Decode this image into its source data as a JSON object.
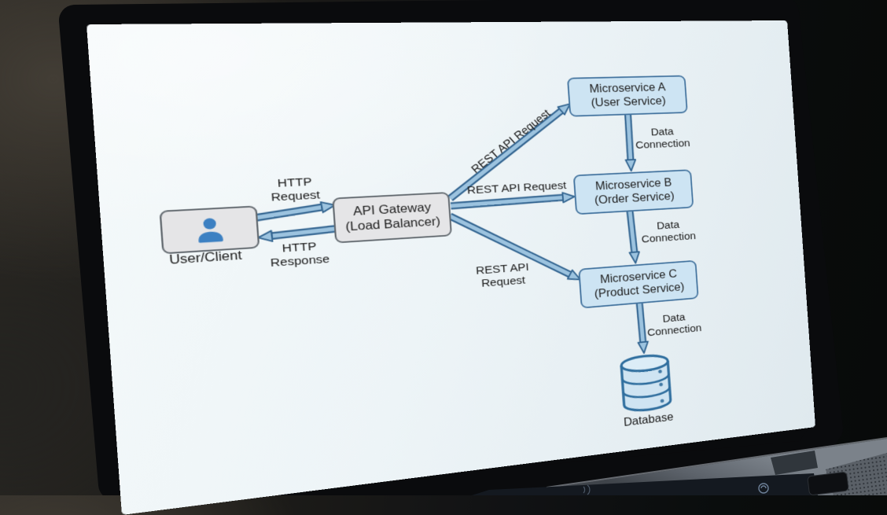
{
  "diagram": {
    "user": {
      "label": "User/Client"
    },
    "gateway": {
      "line1": "API Gateway",
      "line2": "(Load Balancer)"
    },
    "service_a": {
      "line1": "Microservice A",
      "line2": "(User Service)"
    },
    "service_b": {
      "line1": "Microservice B",
      "line2": "(Order Service)"
    },
    "service_c": {
      "line1": "Microservice C",
      "line2": "(Product Service)"
    },
    "database": {
      "label": "Database"
    },
    "labels": {
      "http_request": {
        "line1": "HTTP",
        "line2": "Request"
      },
      "http_response": {
        "line1": "HTTP",
        "line2": "Response"
      },
      "rest_api_a": "REST API Request",
      "rest_api_b": "REST API Request",
      "rest_api_c": {
        "line1": "REST API",
        "line2": "Request"
      },
      "data_conn_a": {
        "line1": "Data",
        "line2": "Connection"
      },
      "data_conn_b": {
        "line1": "Data",
        "line2": "Connection"
      },
      "data_conn_c": {
        "line1": "Data",
        "line2": "Connection"
      }
    },
    "colors": {
      "service_box_fill": "#cde4f3",
      "service_box_border": "#44749f",
      "neutral_box_fill": "#e5e5e7",
      "neutral_box_border": "#636a70",
      "arrow_fill": "#9cc3df",
      "arrow_outline": "#326490",
      "person_icon": "#3c80c2",
      "database_outline": "#2f6e9e",
      "text": "#1d1d1d"
    }
  }
}
